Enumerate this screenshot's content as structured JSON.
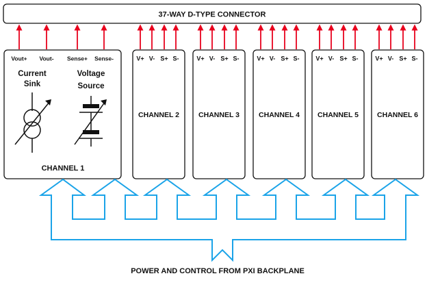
{
  "connector": {
    "label": "37-WAY D-TYPE CONNECTOR"
  },
  "channel1": {
    "pins": [
      "Vout+",
      "Vout-",
      "Sense+",
      "Sense-"
    ],
    "current_sink": [
      "Current",
      "Sink"
    ],
    "voltage_source": [
      "Voltage",
      "Source"
    ],
    "label": "CHANNEL 1"
  },
  "channels": [
    {
      "label": "CHANNEL 2",
      "pins": [
        "V+",
        "V-",
        "S+",
        "S-"
      ]
    },
    {
      "label": "CHANNEL 3",
      "pins": [
        "V+",
        "V-",
        "S+",
        "S-"
      ]
    },
    {
      "label": "CHANNEL 4",
      "pins": [
        "V+",
        "V-",
        "S+",
        "S-"
      ]
    },
    {
      "label": "CHANNEL 5",
      "pins": [
        "V+",
        "V-",
        "S+",
        "S-"
      ]
    },
    {
      "label": "CHANNEL 6",
      "pins": [
        "V+",
        "V-",
        "S+",
        "S-"
      ]
    }
  ],
  "footer": {
    "label": "POWER AND CONTROL FROM PXI BACKPLANE"
  },
  "colors": {
    "signal_arrow": "#e8001c",
    "power_bus": "#1aa3e8",
    "outline": "#111111"
  }
}
